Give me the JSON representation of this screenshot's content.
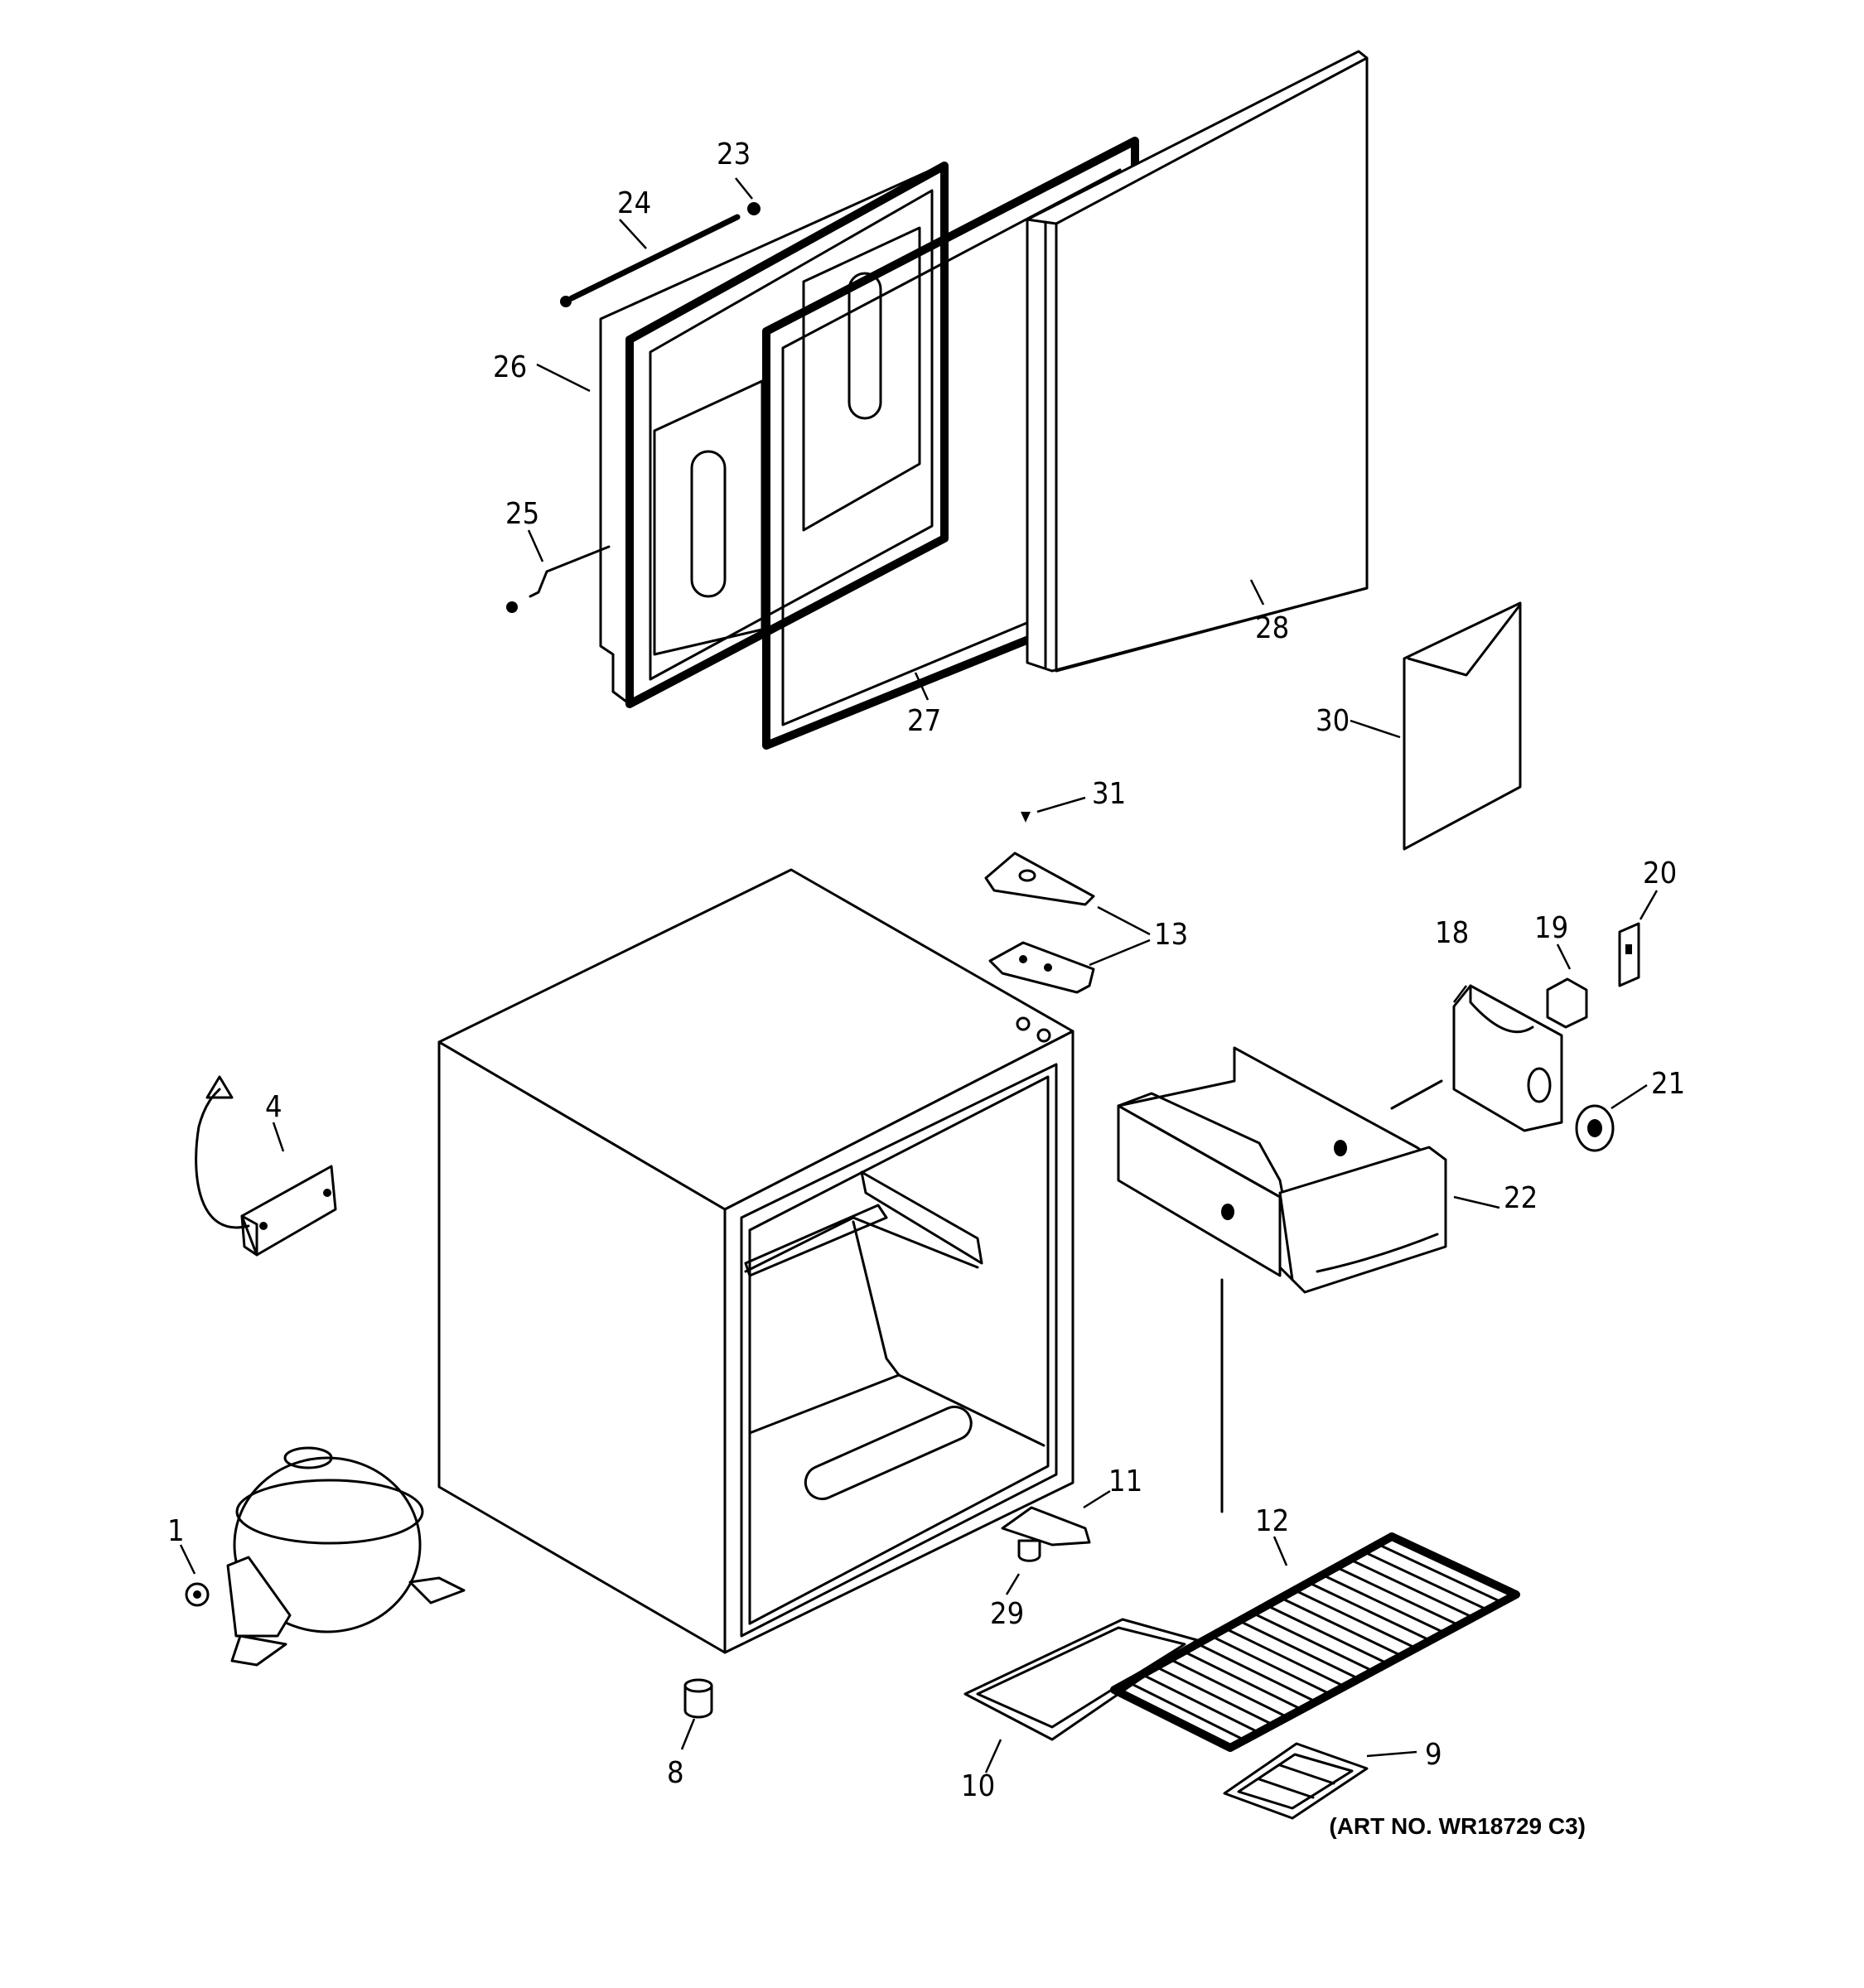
{
  "callouts": [
    {
      "id": "1",
      "text": "1"
    },
    {
      "id": "4",
      "text": "4"
    },
    {
      "id": "8",
      "text": "8"
    },
    {
      "id": "9",
      "text": "9"
    },
    {
      "id": "10",
      "text": "10"
    },
    {
      "id": "11",
      "text": "11"
    },
    {
      "id": "12",
      "text": "12"
    },
    {
      "id": "13",
      "text": "13"
    },
    {
      "id": "18",
      "text": "18"
    },
    {
      "id": "19",
      "text": "19"
    },
    {
      "id": "20",
      "text": "20"
    },
    {
      "id": "21",
      "text": "21"
    },
    {
      "id": "22",
      "text": "22"
    },
    {
      "id": "23",
      "text": "23"
    },
    {
      "id": "24",
      "text": "24"
    },
    {
      "id": "25",
      "text": "25"
    },
    {
      "id": "26",
      "text": "26"
    },
    {
      "id": "27",
      "text": "27"
    },
    {
      "id": "28",
      "text": "28"
    },
    {
      "id": "29",
      "text": "29"
    },
    {
      "id": "30",
      "text": "30"
    },
    {
      "id": "31",
      "text": "31"
    }
  ],
  "art_number": "(ART NO. WR18729 C3)"
}
